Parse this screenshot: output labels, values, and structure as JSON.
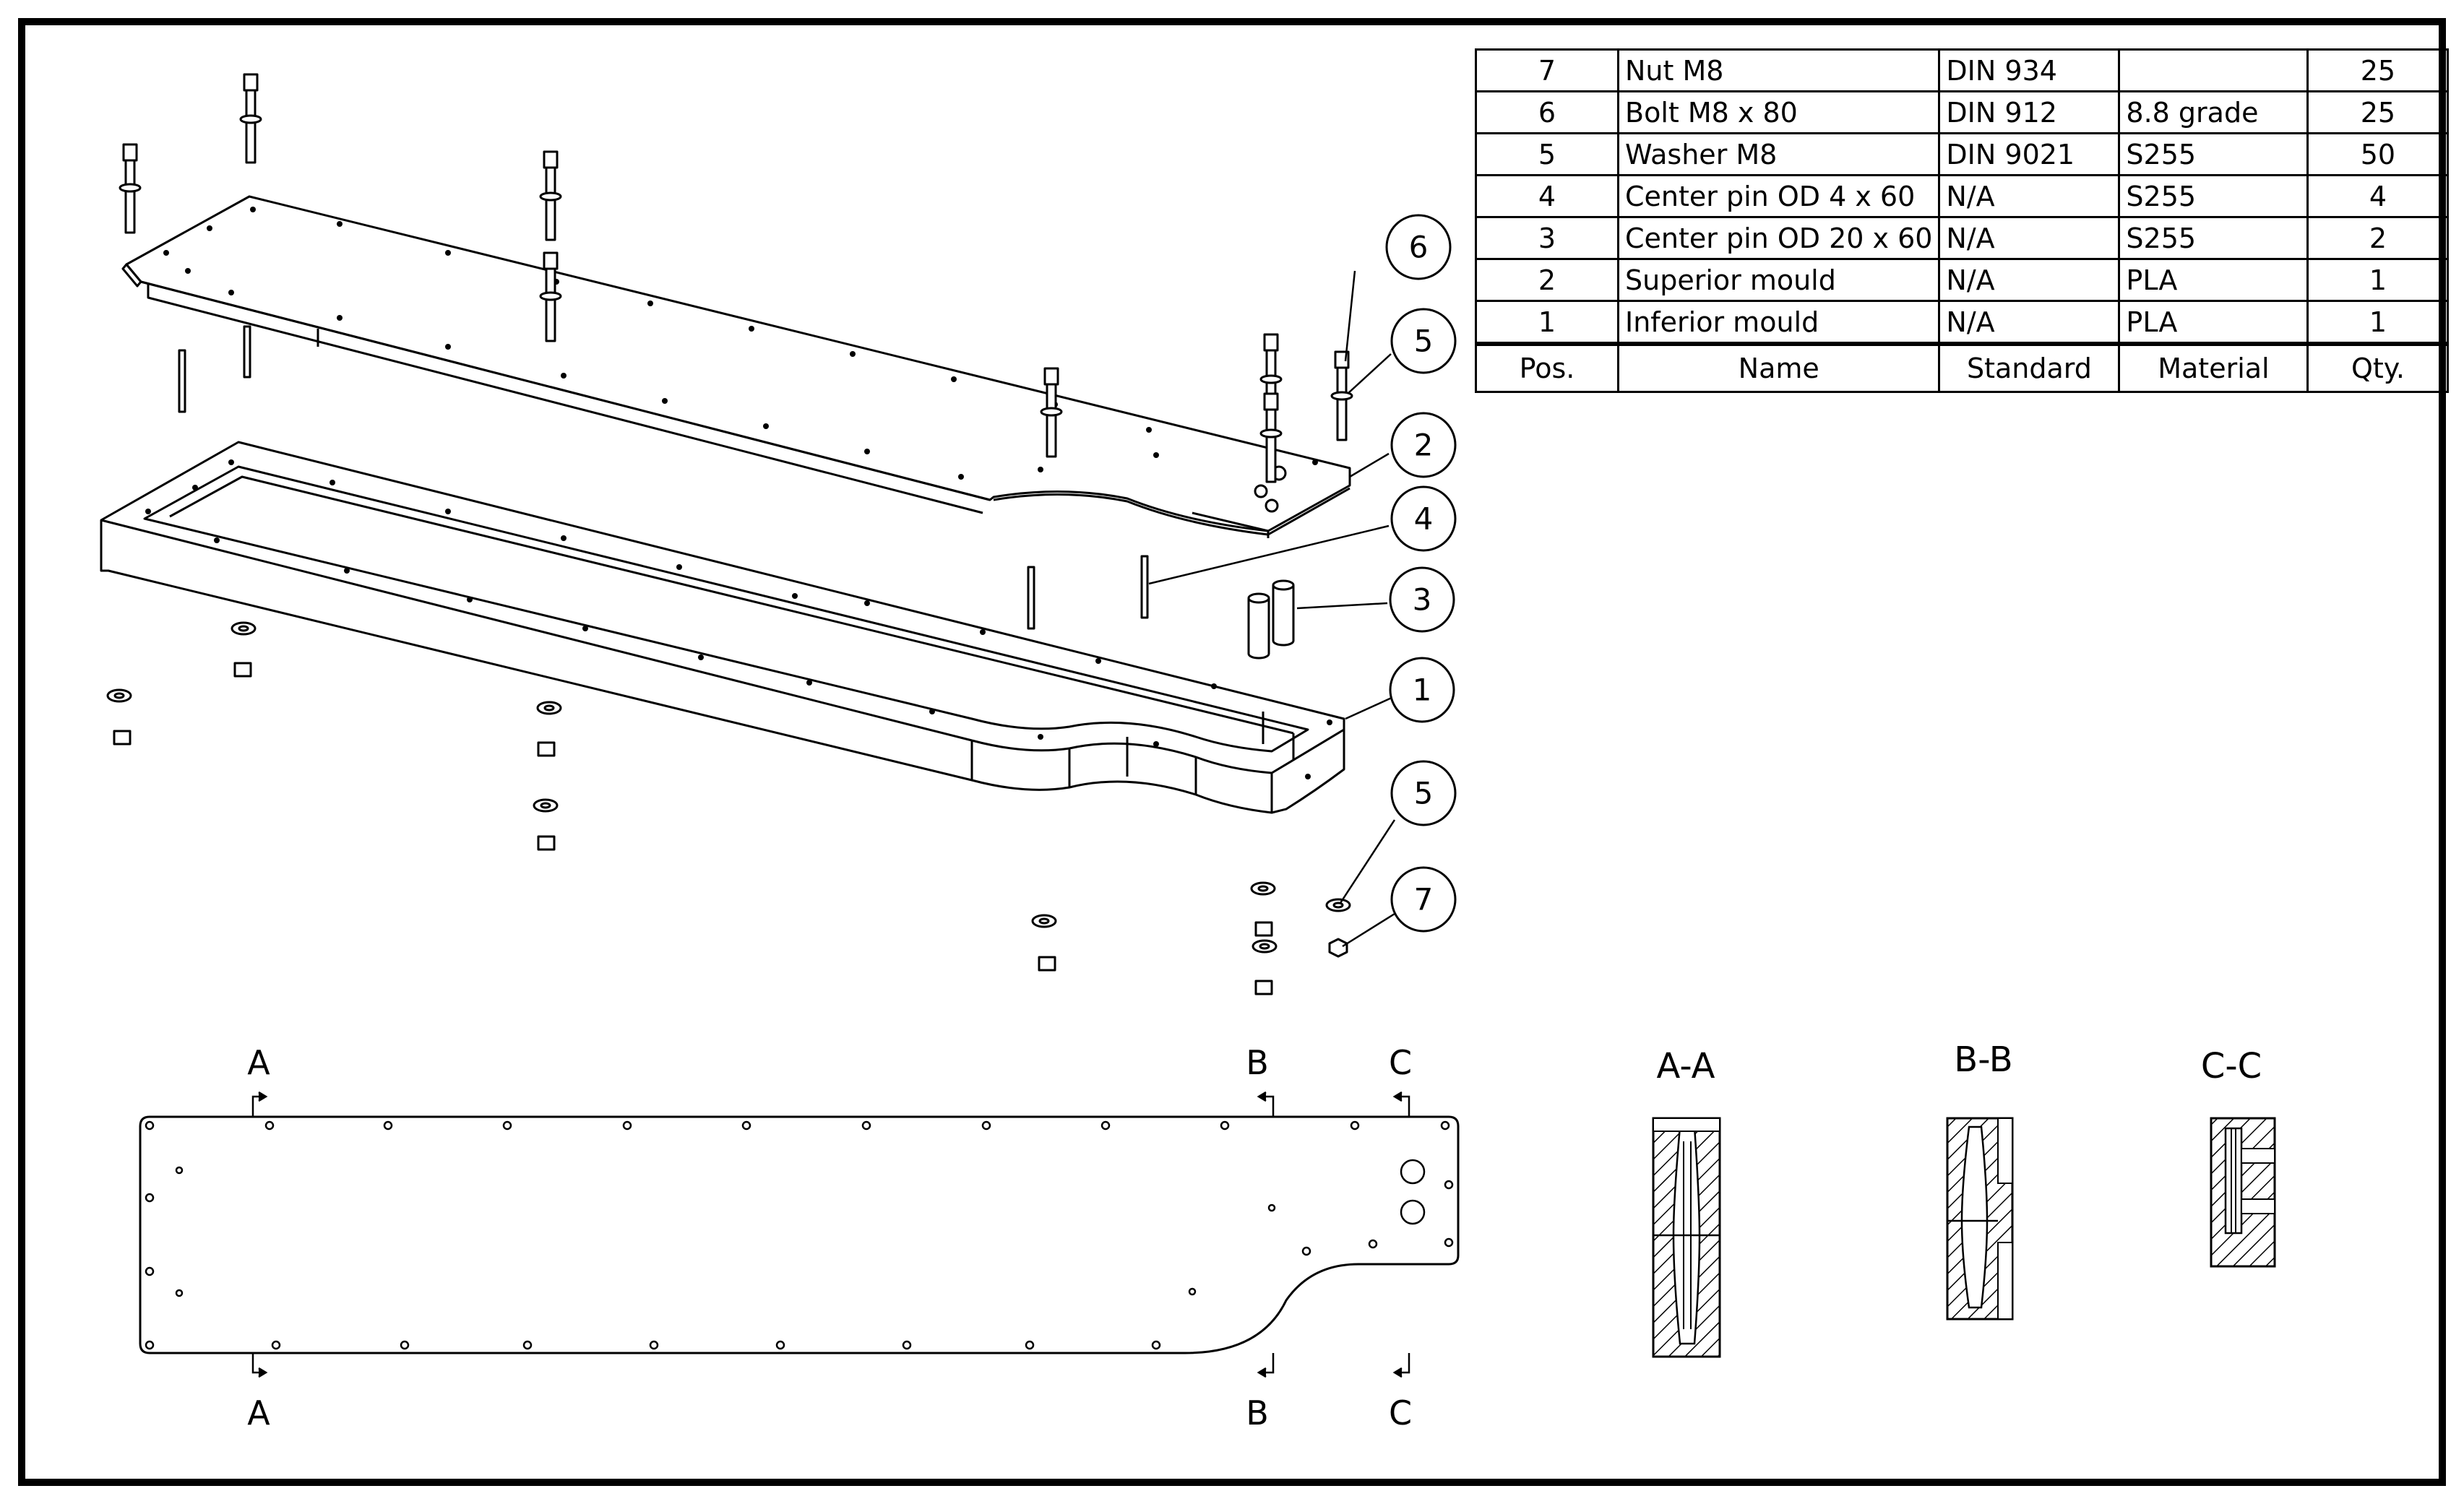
{
  "bom": {
    "rows": [
      {
        "pos": "7",
        "name": "Nut M8",
        "standard": "DIN 934",
        "material": "",
        "qty": "25"
      },
      {
        "pos": "6",
        "name": "Bolt M8 x 80",
        "standard": "DIN 912",
        "material": "8.8 grade",
        "qty": "25"
      },
      {
        "pos": "5",
        "name": "Washer M8",
        "standard": "DIN 9021",
        "material": "S255",
        "qty": "50"
      },
      {
        "pos": "4",
        "name": "Center pin OD 4 x 60",
        "standard": "N/A",
        "material": "S255",
        "qty": "4"
      },
      {
        "pos": "3",
        "name": "Center pin OD 20 x 60",
        "standard": "N/A",
        "material": "S255",
        "qty": "2"
      },
      {
        "pos": "2",
        "name": "Superior mould",
        "standard": "N/A",
        "material": "PLA",
        "qty": "1"
      },
      {
        "pos": "1",
        "name": "Inferior mould",
        "standard": "N/A",
        "material": "PLA",
        "qty": "1"
      }
    ],
    "header": {
      "pos": "Pos.",
      "name": "Name",
      "standard": "Standard",
      "material": "Material",
      "qty": "Qty."
    }
  },
  "balloons": {
    "b6": "6",
    "b5_top": "5",
    "b2": "2",
    "b4": "4",
    "b3": "3",
    "b1": "1",
    "b5_bottom": "5",
    "b7": "7"
  },
  "section_marks": {
    "a": "A",
    "b": "B",
    "c": "C"
  },
  "section_titles": {
    "aa": "A-A",
    "bb": "B-B",
    "cc": "C-C"
  }
}
